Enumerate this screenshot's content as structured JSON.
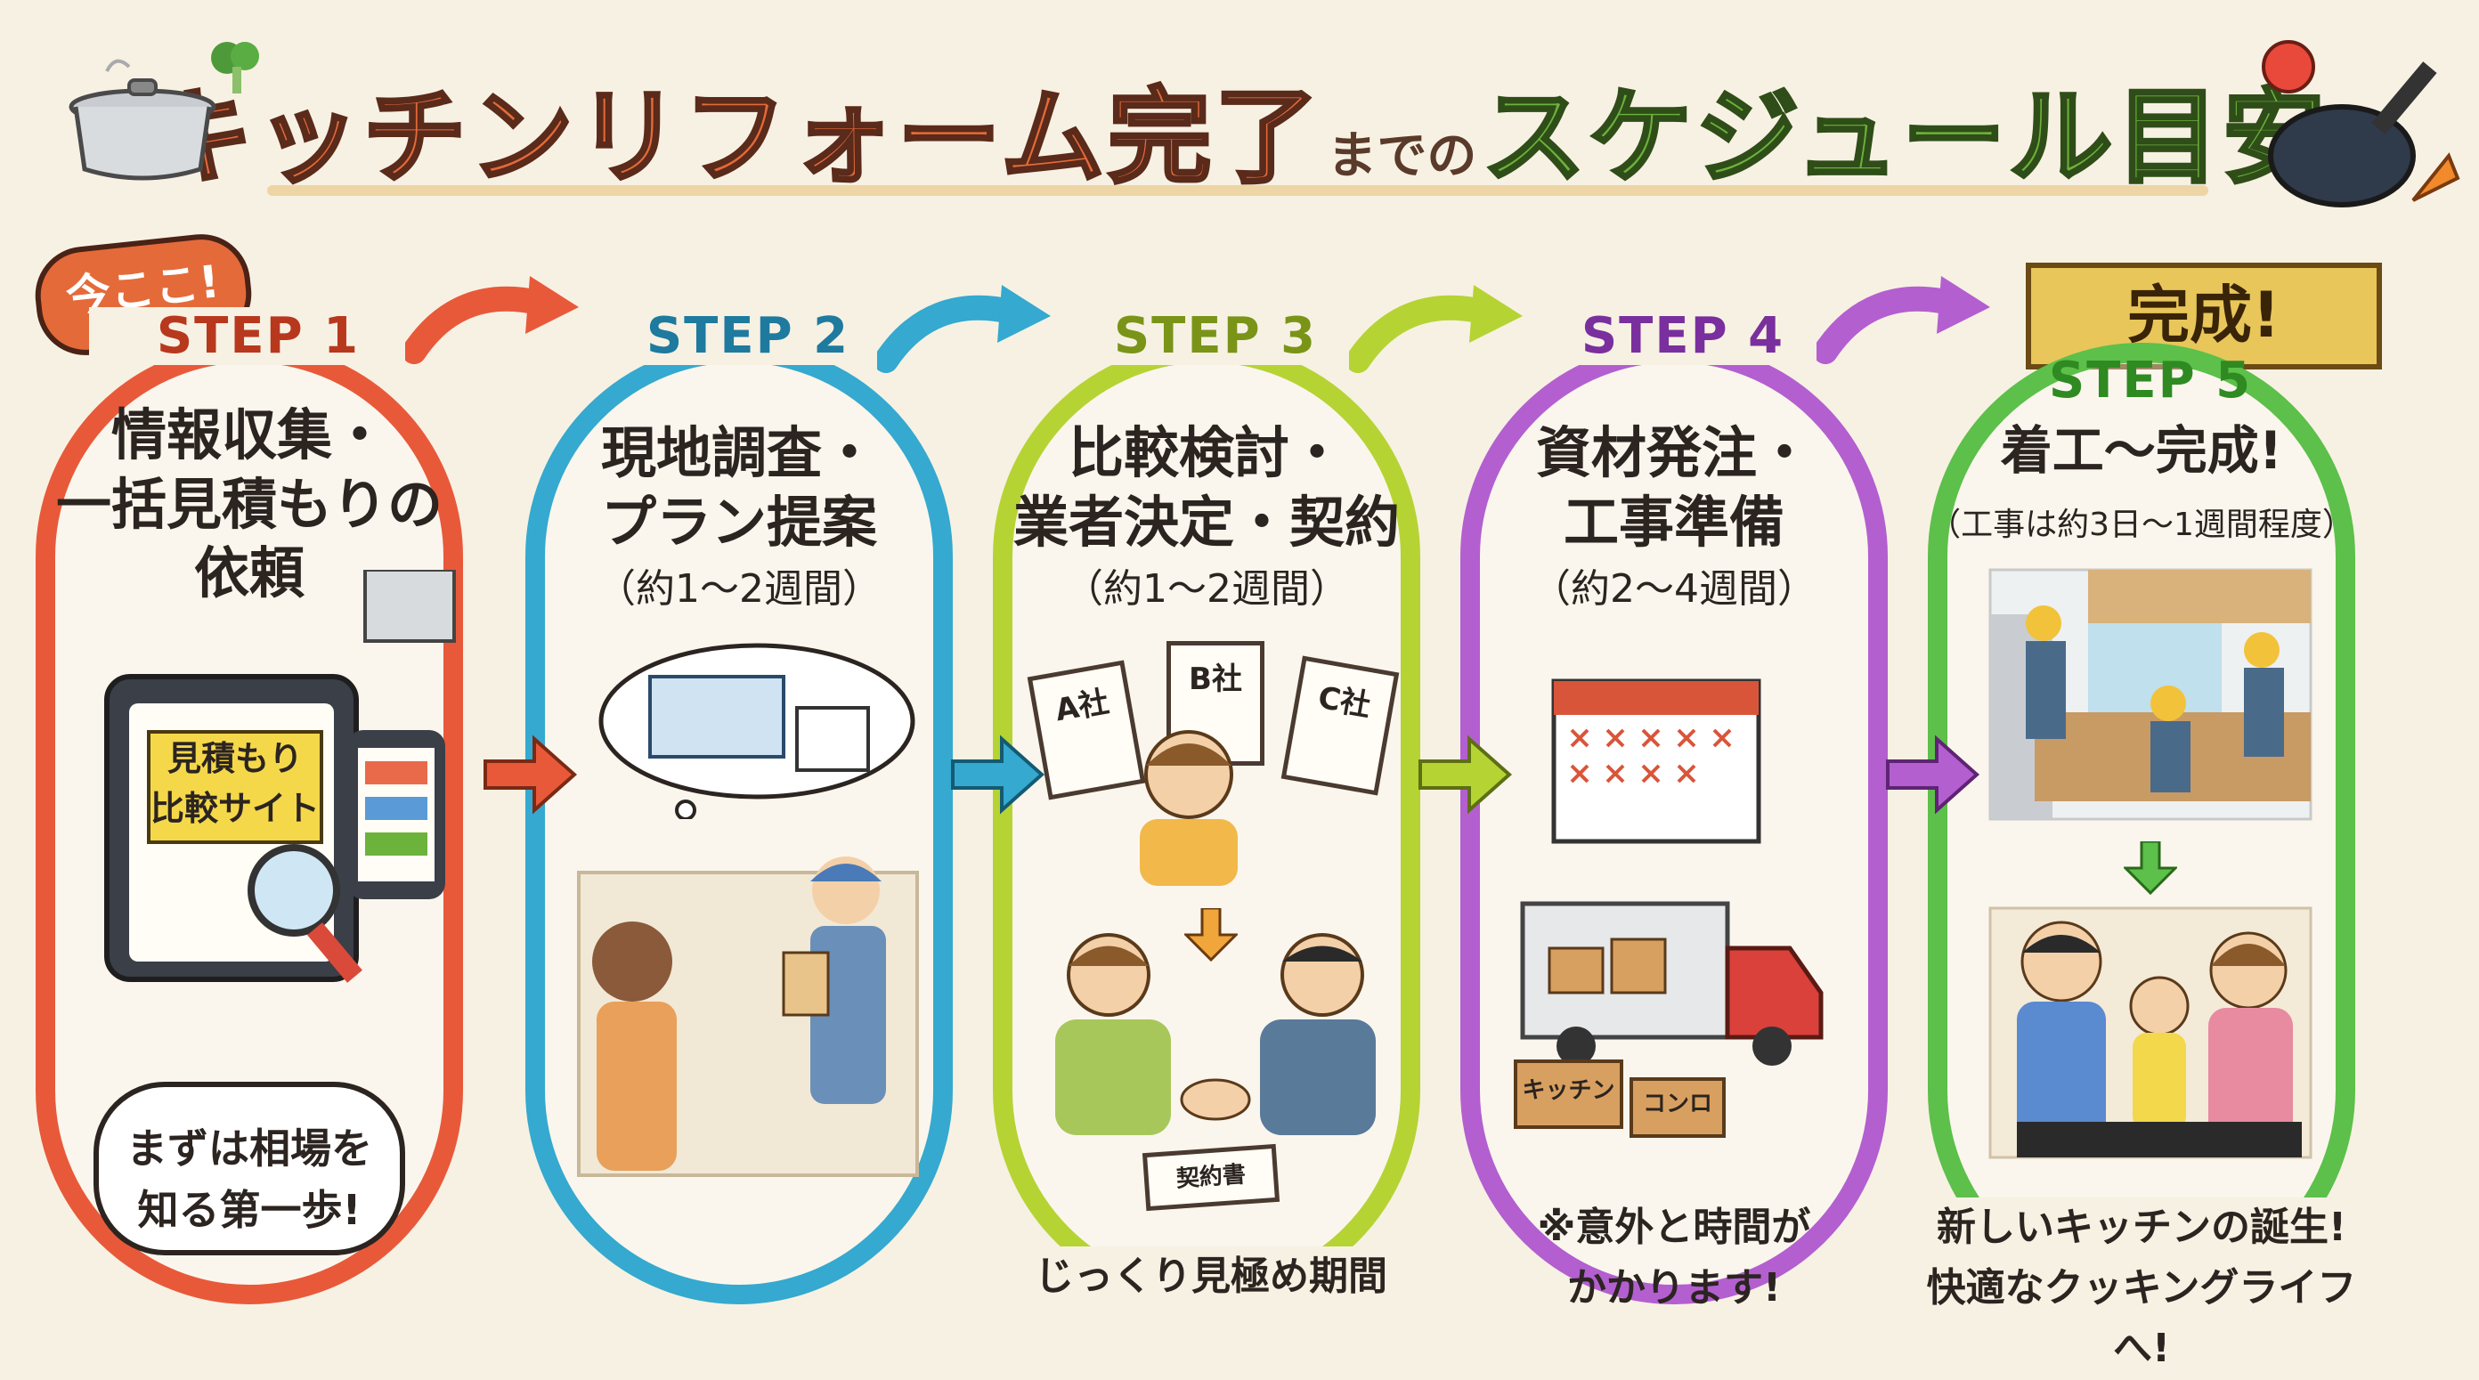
{
  "title": {
    "main": "キッチンリフォーム完了",
    "mid": "までの",
    "sub": "スケジュール目安"
  },
  "now_badge": "今ここ!",
  "complete_ribbon": "完成!",
  "colors": {
    "step1": "#e8593a",
    "step2": "#35a9cf",
    "step3": "#b6d334",
    "step4": "#b35fd0",
    "step5": "#5cc04a",
    "background": "#f7f1e3"
  },
  "steps": [
    {
      "label": "STEP 1",
      "title1": "情報収集・",
      "title2": "一括見積もりの",
      "title3": "依頼",
      "site_label1": "見積もり",
      "site_label2": "比較サイト",
      "bubble1": "まずは相場を",
      "bubble2": "知る第一歩!"
    },
    {
      "label": "STEP 2",
      "title1": "現地調査・",
      "title2": "プラン提案",
      "duration": "（約1～2週間）"
    },
    {
      "label": "STEP 3",
      "title1": "比較検討・",
      "title2": "業者決定・契約",
      "duration": "（約1～2週間）",
      "company_a": "A社",
      "company_b": "B社",
      "company_c": "C社",
      "contract_doc": "契約書",
      "note": "じっくり見極め期間"
    },
    {
      "label": "STEP 4",
      "title1": "資材発注・",
      "title2": "工事準備",
      "duration": "（約2～4週間）",
      "box_kitchen": "キッチン",
      "box_konro": "コンロ",
      "note1": "※意外と時間が",
      "note2": "かかります!"
    },
    {
      "label": "STEP 5",
      "title1": "着工～完成!",
      "duration": "（工事は約3日～1週間程度）",
      "note1": "新しいキッチンの誕生!",
      "note2": "快適なクッキングライフへ!"
    }
  ]
}
